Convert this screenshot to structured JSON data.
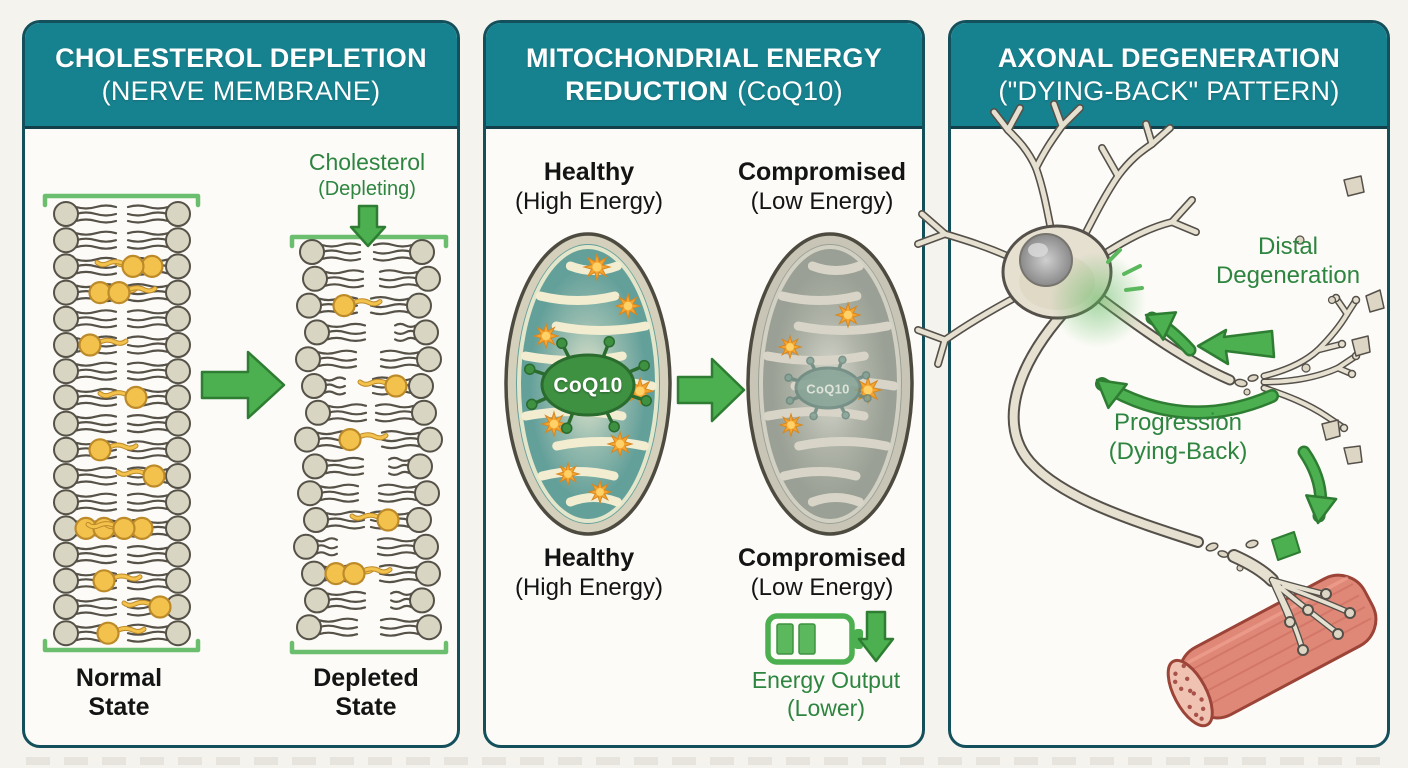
{
  "colors": {
    "page_bg": "#f5f3ee",
    "panel_bg": "#fcfbf7",
    "panel_border": "#14505c",
    "header_bg": "#17828f",
    "header_text": "#ffffff",
    "green_label": "#2e8540",
    "arrow_green": "#4caf50",
    "arrow_outline": "#2e7d32",
    "bracket_green": "#6abe6e",
    "black_text": "#141414",
    "lipid_head": "#d9d5c3",
    "lipid_outline": "#565248",
    "cholesterol": "#f2c24c",
    "cholesterol_outline": "#bd8a2a",
    "mito_healthy_inner": "#64a09a",
    "mito_healthy_outer": "#d4d0bc",
    "mito_cream": "#f2edd0",
    "mito_gray_inner": "#9aa095",
    "mito_gray_outer": "#c8c5b6",
    "mito_gray_cream": "#d8d5c8",
    "mito_outline": "#4d4a3f",
    "burst": "#f5a52f",
    "burst_core": "#ffd166",
    "burst_edge": "#d8871f",
    "coq10_green": "#3f9142",
    "coq10_green_dark": "#2a6b2e",
    "coq10_faded": "#7f9f93",
    "coq10_faded_dark": "#66857c",
    "neuron_fill": "#e6e0d1",
    "neuron_outline": "#55514a",
    "debris_fill": "#ddd6c4",
    "nucleus_edge": "#77756e",
    "glow_green": "#5cb85c",
    "muscle": "#e08878",
    "muscle_dark": "#9c4438",
    "muscle_stripe": "#c96a5c",
    "muscle_highlight": "#f2a795",
    "muscle_cap": "#f0c2b2",
    "muscle_dots": "#a8524a",
    "battery_green": "#4caf50",
    "battery_bar": "#5cb85c",
    "battery_body": "#fdfdf8"
  },
  "panels": {
    "cholesterol": {
      "header": {
        "line1": "CHOLESTEROL DEPLETION",
        "line2": "(NERVE MEMBRANE)"
      },
      "depleting_label": {
        "line1": "Cholesterol",
        "line2": "(Depleting)"
      },
      "normal_state": {
        "line1": "Normal",
        "line2": "State"
      },
      "depleted_state": {
        "line1": "Depleted",
        "line2": "State"
      }
    },
    "mitochondria": {
      "header": {
        "line1": "MITOCHONDRIAL ENERGY",
        "line2_bold": "REDUCTION",
        "line2_regular": "(CoQ10)"
      },
      "healthy": {
        "line1": "Healthy",
        "line2": "(High Energy)"
      },
      "compromised": {
        "line1": "Compromised",
        "line2": "(Low Energy)"
      },
      "coq10_label": "CoQ10",
      "energy_output": {
        "line1": "Energy Output",
        "line2": "(Lower)"
      }
    },
    "axonal": {
      "header": {
        "line1": "AXONAL DEGENERATION",
        "line2": "(\"DYING-BACK\" PATTERN)"
      },
      "distal_label": {
        "line1": "Distal",
        "line2": "Degeneration"
      },
      "progression_label": {
        "line1": "Progression",
        "line2": "(Dying-Back)"
      }
    }
  }
}
